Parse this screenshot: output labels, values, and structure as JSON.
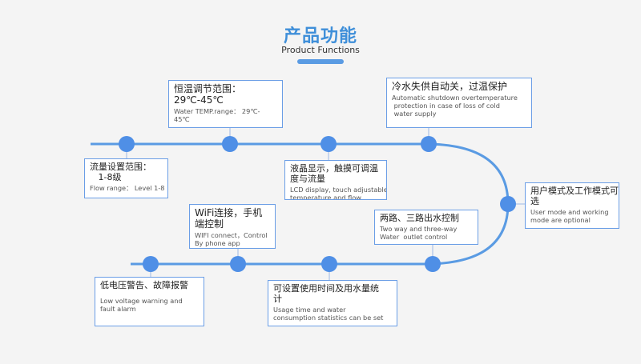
{
  "header": {
    "title": "产品功能",
    "subtitle": "Product Functions"
  },
  "features": [
    {
      "cn": "流量设置范围：\n   1-8级",
      "en": "Flow range： Level 1-8"
    },
    {
      "cn": "恒温调节范围：\n29℃-45℃",
      "en": "Water TEMP.range： 29℃-\n45℃"
    },
    {
      "cn": "液晶显示，触摸可调温\n度与流量",
      "en": "LCD display, touch adjustable\ntemperature and flow"
    },
    {
      "cn": "冷水失供自动关，过温保护",
      "en": "Automatic shutdown overtemperature\n protection in case of loss of cold\n water supply"
    },
    {
      "cn": "用户模式及工作模式可\n选",
      "en": "User mode and working\nmode are optional"
    },
    {
      "cn": "两路、三路出水控制",
      "en": "Two way and three-way\nWater  outlet control"
    },
    {
      "cn": "WiFi连接，手机\n端控制",
      "en": "WIFI connect，Control\nBy phone app"
    },
    {
      "cn": "可设置使用时间及用水量统\n计",
      "en": "Usage time and water\nconsumption statistics can be set"
    },
    {
      "cn": "低电压警告、故障报警",
      "en": "Low voltage warning and\nfault alarm"
    }
  ],
  "colors": {
    "accent": "#3f8fd9",
    "line": "#5a9be3",
    "node": "#4f8fe6",
    "border": "#6b9ee6"
  }
}
